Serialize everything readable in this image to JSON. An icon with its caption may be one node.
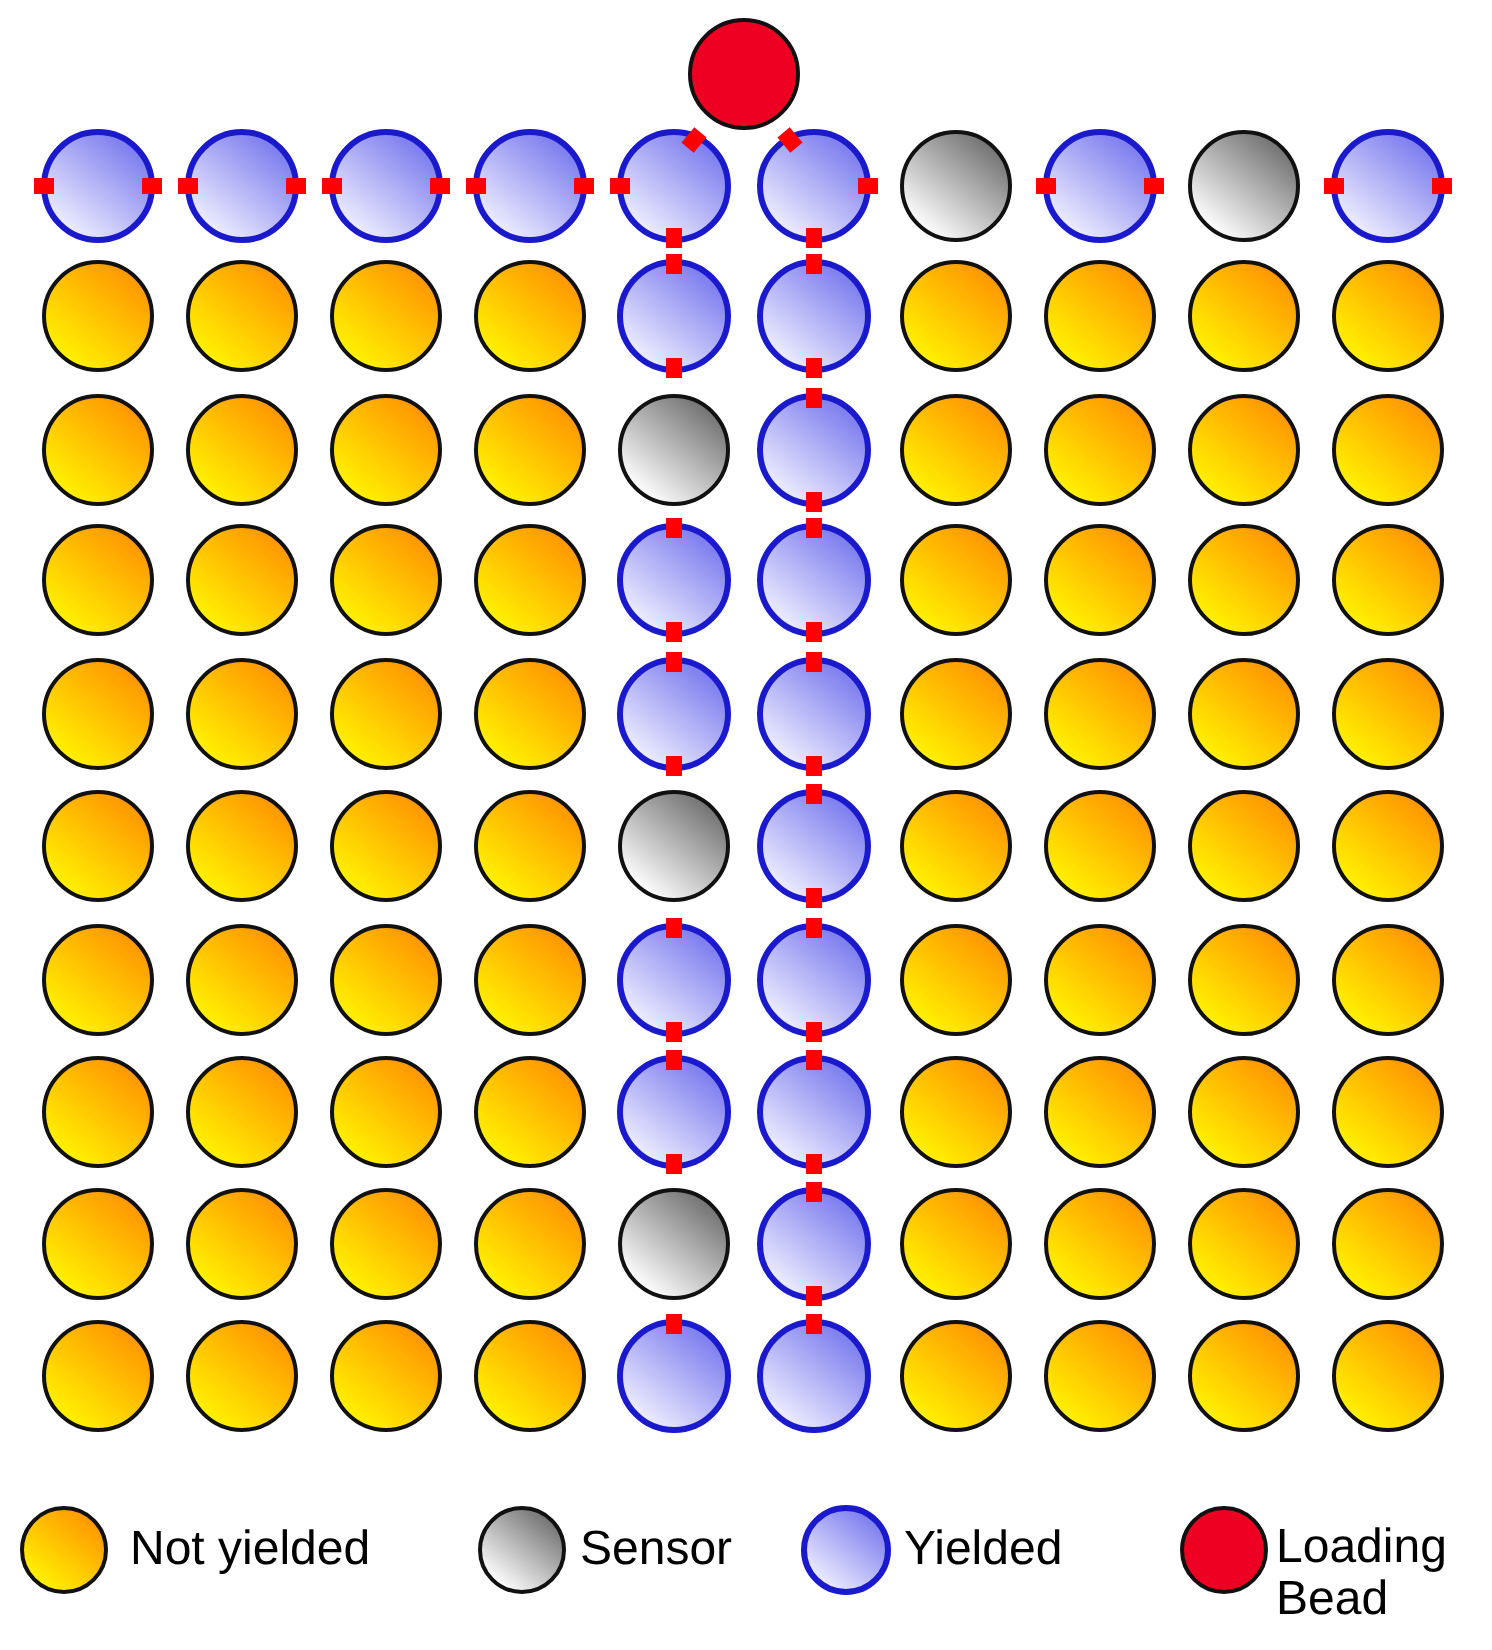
{
  "diagram": {
    "legend": [
      {
        "text": "Not yielded"
      },
      {
        "text": "Sensor"
      },
      {
        "text": "Yielded"
      },
      {
        "text": "Loading Bead"
      }
    ]
  }
}
